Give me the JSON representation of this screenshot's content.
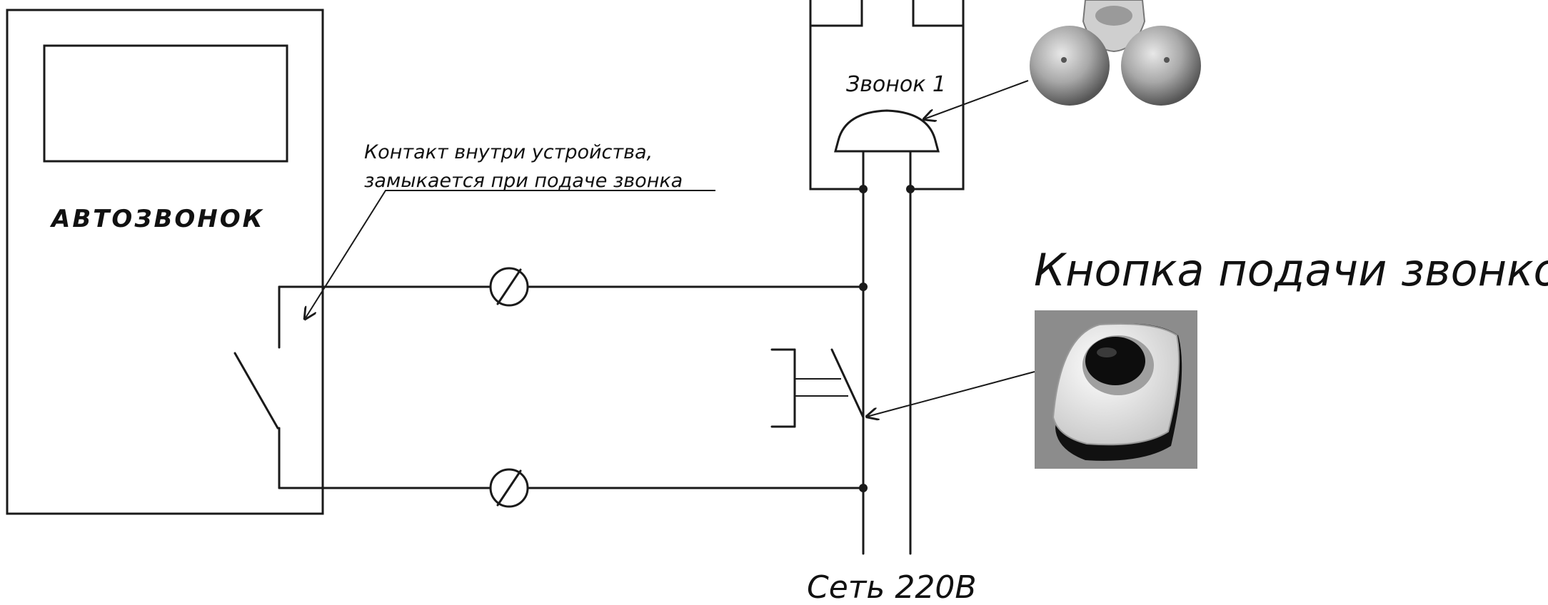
{
  "device": {
    "label": "АВТОЗВОНОК"
  },
  "contact_note": {
    "line1": "Контакт внутри устройства,",
    "line2": "замыкается при подаче звонка"
  },
  "bell": {
    "label": "Звонок 1",
    "icon": "bell-photo"
  },
  "button": {
    "label": "Кнопка подачи звонков",
    "icon": "push-button-photo"
  },
  "mains": {
    "label": "Сеть 220В"
  },
  "colors": {
    "line": "#1a1a1a",
    "photo_bg": "#8c8c8c"
  }
}
